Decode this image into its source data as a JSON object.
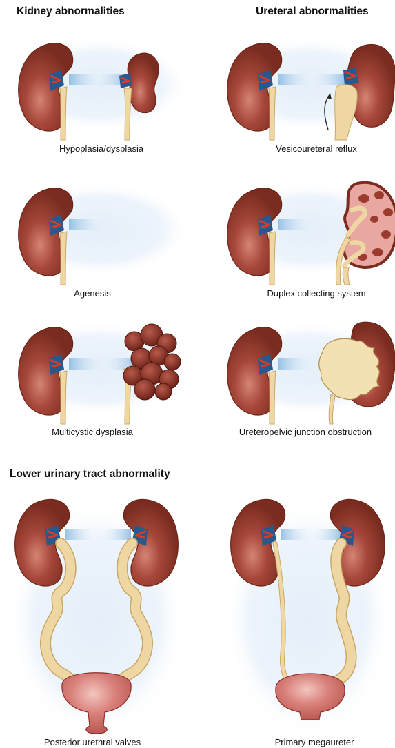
{
  "sections": {
    "kidney": "Kidney abnormalities",
    "ureteral": "Ureteral abnormalities",
    "lower": "Lower urinary tract abnormality"
  },
  "captions": {
    "hypoplasia": "Hypoplasia/dysplasia",
    "vur": "Vesicoureteral reflux",
    "agenesis": "Agenesis",
    "duplex": "Duplex collecting system",
    "mcdk": "Multicystic dysplasia",
    "upj": "Ureteropelvic junction obstruction",
    "puv": "Posterior urethral valves",
    "megaureter": "Primary megaureter"
  },
  "colors": {
    "kidney": "#8e3b2c",
    "kidney_light": "#c2675a",
    "ureter": "#efd7a3",
    "bladder": "#cf6d66",
    "halo": "#dcebf7"
  }
}
